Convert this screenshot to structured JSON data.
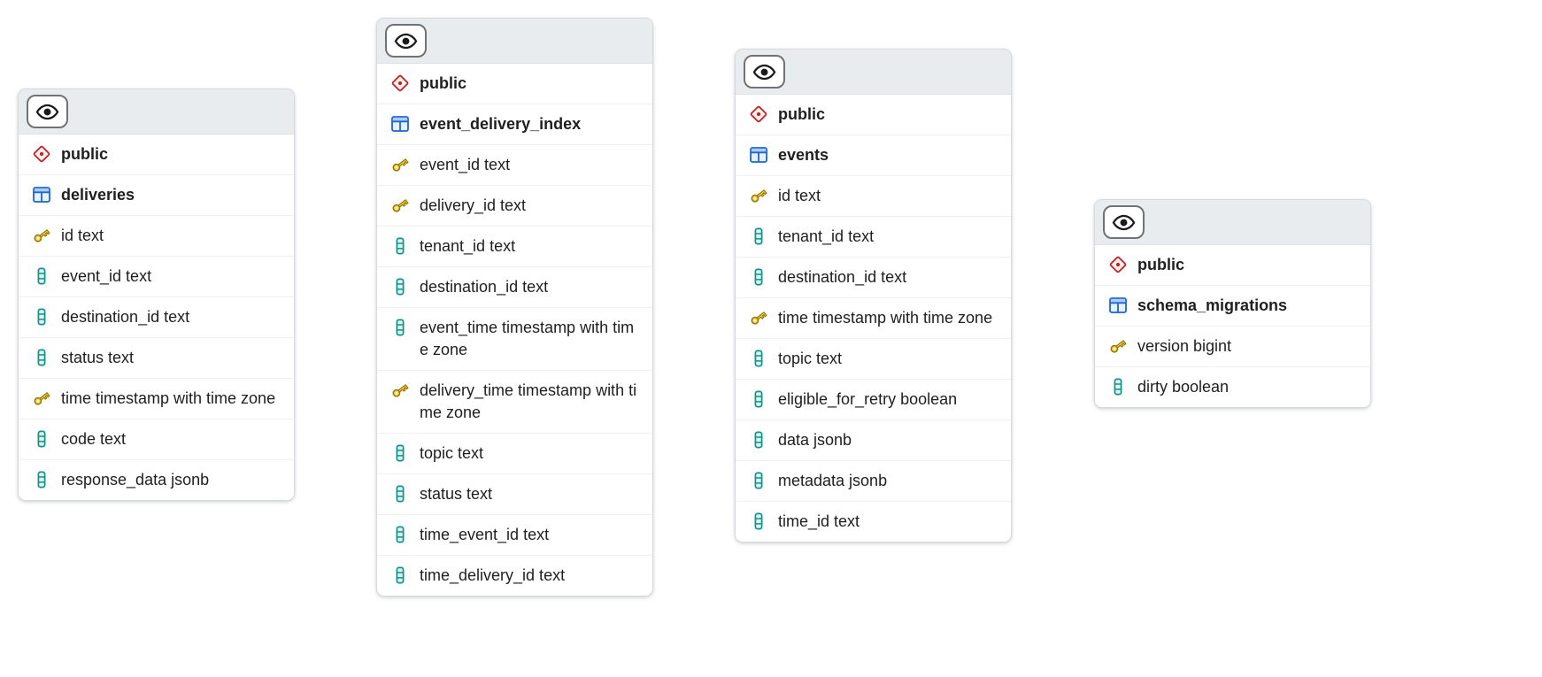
{
  "canvas": {
    "background": "#ffffff"
  },
  "colors": {
    "card_background": "#ffffff",
    "card_border": "#d6dade",
    "header_background": "#e9ecef",
    "row_divider": "#edeff2",
    "text": "#1f1f1f",
    "schema_icon_red": "#c5221f",
    "table_icon_blue": "#1967d2",
    "key_icon_gold": "#fdd663",
    "key_icon_outline": "#9a7b00",
    "column_icon_green": "#0d9488",
    "eye_icon_black": "#1a1a1a"
  },
  "icons": {
    "visibility_toggle": "eye-icon",
    "schema": "schema-diamond-icon",
    "table": "table-grid-icon",
    "primary_key": "key-icon",
    "column": "column-icon"
  },
  "tables": [
    {
      "schema": "public",
      "name": "deliveries",
      "columns": [
        {
          "label": "id text",
          "icon": "key-icon"
        },
        {
          "label": "event_id text",
          "icon": "column-icon"
        },
        {
          "label": "destination_id text",
          "icon": "column-icon"
        },
        {
          "label": "status text",
          "icon": "column-icon"
        },
        {
          "label": "time timestamp with time zone",
          "icon": "key-icon"
        },
        {
          "label": "code text",
          "icon": "column-icon"
        },
        {
          "label": "response_data jsonb",
          "icon": "column-icon"
        }
      ]
    },
    {
      "schema": "public",
      "name": "event_delivery_index",
      "columns": [
        {
          "label": "event_id text",
          "icon": "key-icon"
        },
        {
          "label": "delivery_id text",
          "icon": "key-icon"
        },
        {
          "label": "tenant_id text",
          "icon": "column-icon"
        },
        {
          "label": "destination_id text",
          "icon": "column-icon"
        },
        {
          "label": "event_time timestamp with time zone",
          "icon": "column-icon"
        },
        {
          "label": "delivery_time timestamp with time zone",
          "icon": "key-icon"
        },
        {
          "label": "topic text",
          "icon": "column-icon"
        },
        {
          "label": "status text",
          "icon": "column-icon"
        },
        {
          "label": "time_event_id text",
          "icon": "column-icon"
        },
        {
          "label": "time_delivery_id text",
          "icon": "column-icon"
        }
      ]
    },
    {
      "schema": "public",
      "name": "events",
      "columns": [
        {
          "label": "id text",
          "icon": "key-icon"
        },
        {
          "label": "tenant_id text",
          "icon": "column-icon"
        },
        {
          "label": "destination_id text",
          "icon": "column-icon"
        },
        {
          "label": "time timestamp with time zone",
          "icon": "key-icon"
        },
        {
          "label": "topic text",
          "icon": "column-icon"
        },
        {
          "label": "eligible_for_retry boolean",
          "icon": "column-icon"
        },
        {
          "label": "data jsonb",
          "icon": "column-icon"
        },
        {
          "label": "metadata jsonb",
          "icon": "column-icon"
        },
        {
          "label": "time_id text",
          "icon": "column-icon"
        }
      ]
    },
    {
      "schema": "public",
      "name": "schema_migrations",
      "columns": [
        {
          "label": "version bigint",
          "icon": "key-icon"
        },
        {
          "label": "dirty boolean",
          "icon": "column-icon"
        }
      ]
    }
  ]
}
